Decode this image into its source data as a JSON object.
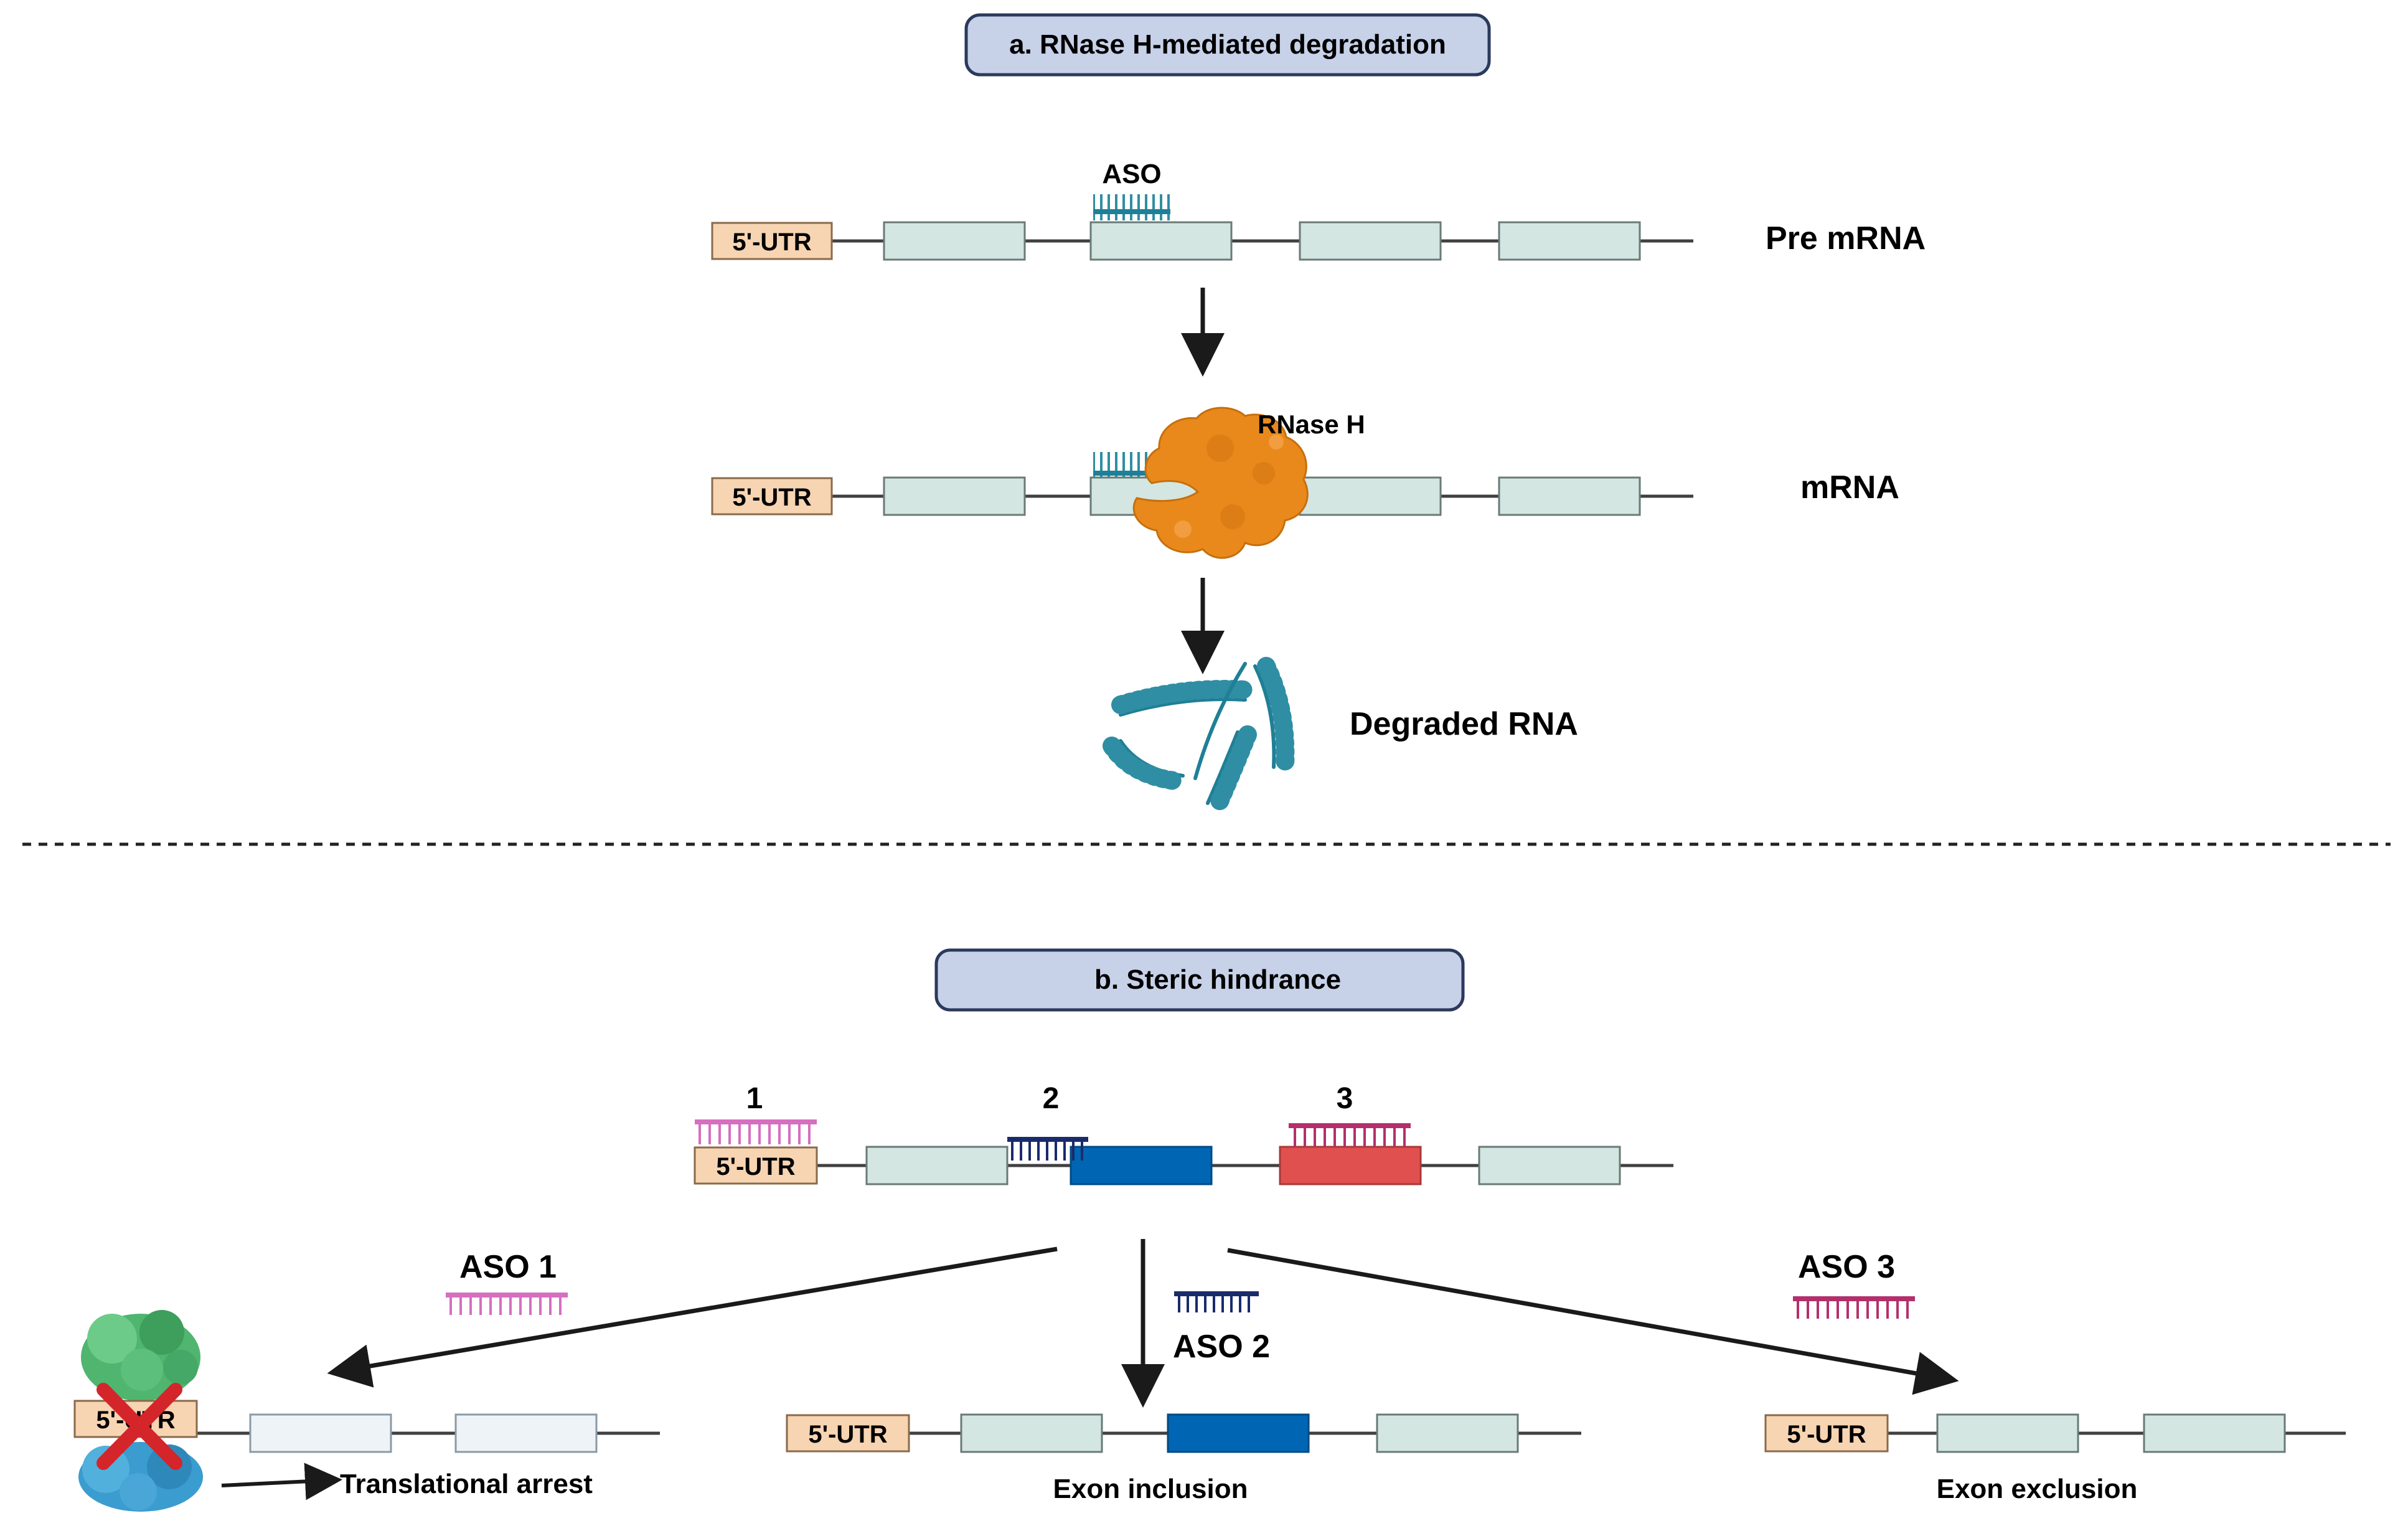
{
  "panel_a": {
    "title": "a. RNase H-mediated degradation",
    "aso_label": "ASO",
    "pre_mrna_label": "Pre mRNA",
    "rnase_label": "RNase H",
    "mrna_label": "mRNA",
    "degraded_label": "Degraded RNA",
    "utr_label": "5'-UTR"
  },
  "panel_b": {
    "title": "b. Steric hindrance",
    "site_1": "1",
    "site_2": "2",
    "site_3": "3",
    "utr_label": "5'-UTR",
    "aso1_label": "ASO 1",
    "aso2_label": "ASO 2",
    "aso3_label": "ASO 3",
    "translational_arrest": "Translational arrest",
    "exon_inclusion": "Exon inclusion",
    "exon_exclusion": "Exon exclusion"
  },
  "colors": {
    "exon": "#d3e6e1",
    "utr": "#f7d4b2",
    "title_box": "#c7d1e8",
    "aso_teal": "#2f8ea3",
    "aso_navy": "#1a2b6b",
    "aso_pink": "#d56fc0",
    "aso_magenta": "#b3306b",
    "exon_blue": "#0066b3",
    "exon_red": "#e0504e",
    "rnase": "#e9891b",
    "ribosome_green": "#4fb56f",
    "ribosome_blue": "#3a9ccf",
    "cross_red": "#d4252a"
  }
}
